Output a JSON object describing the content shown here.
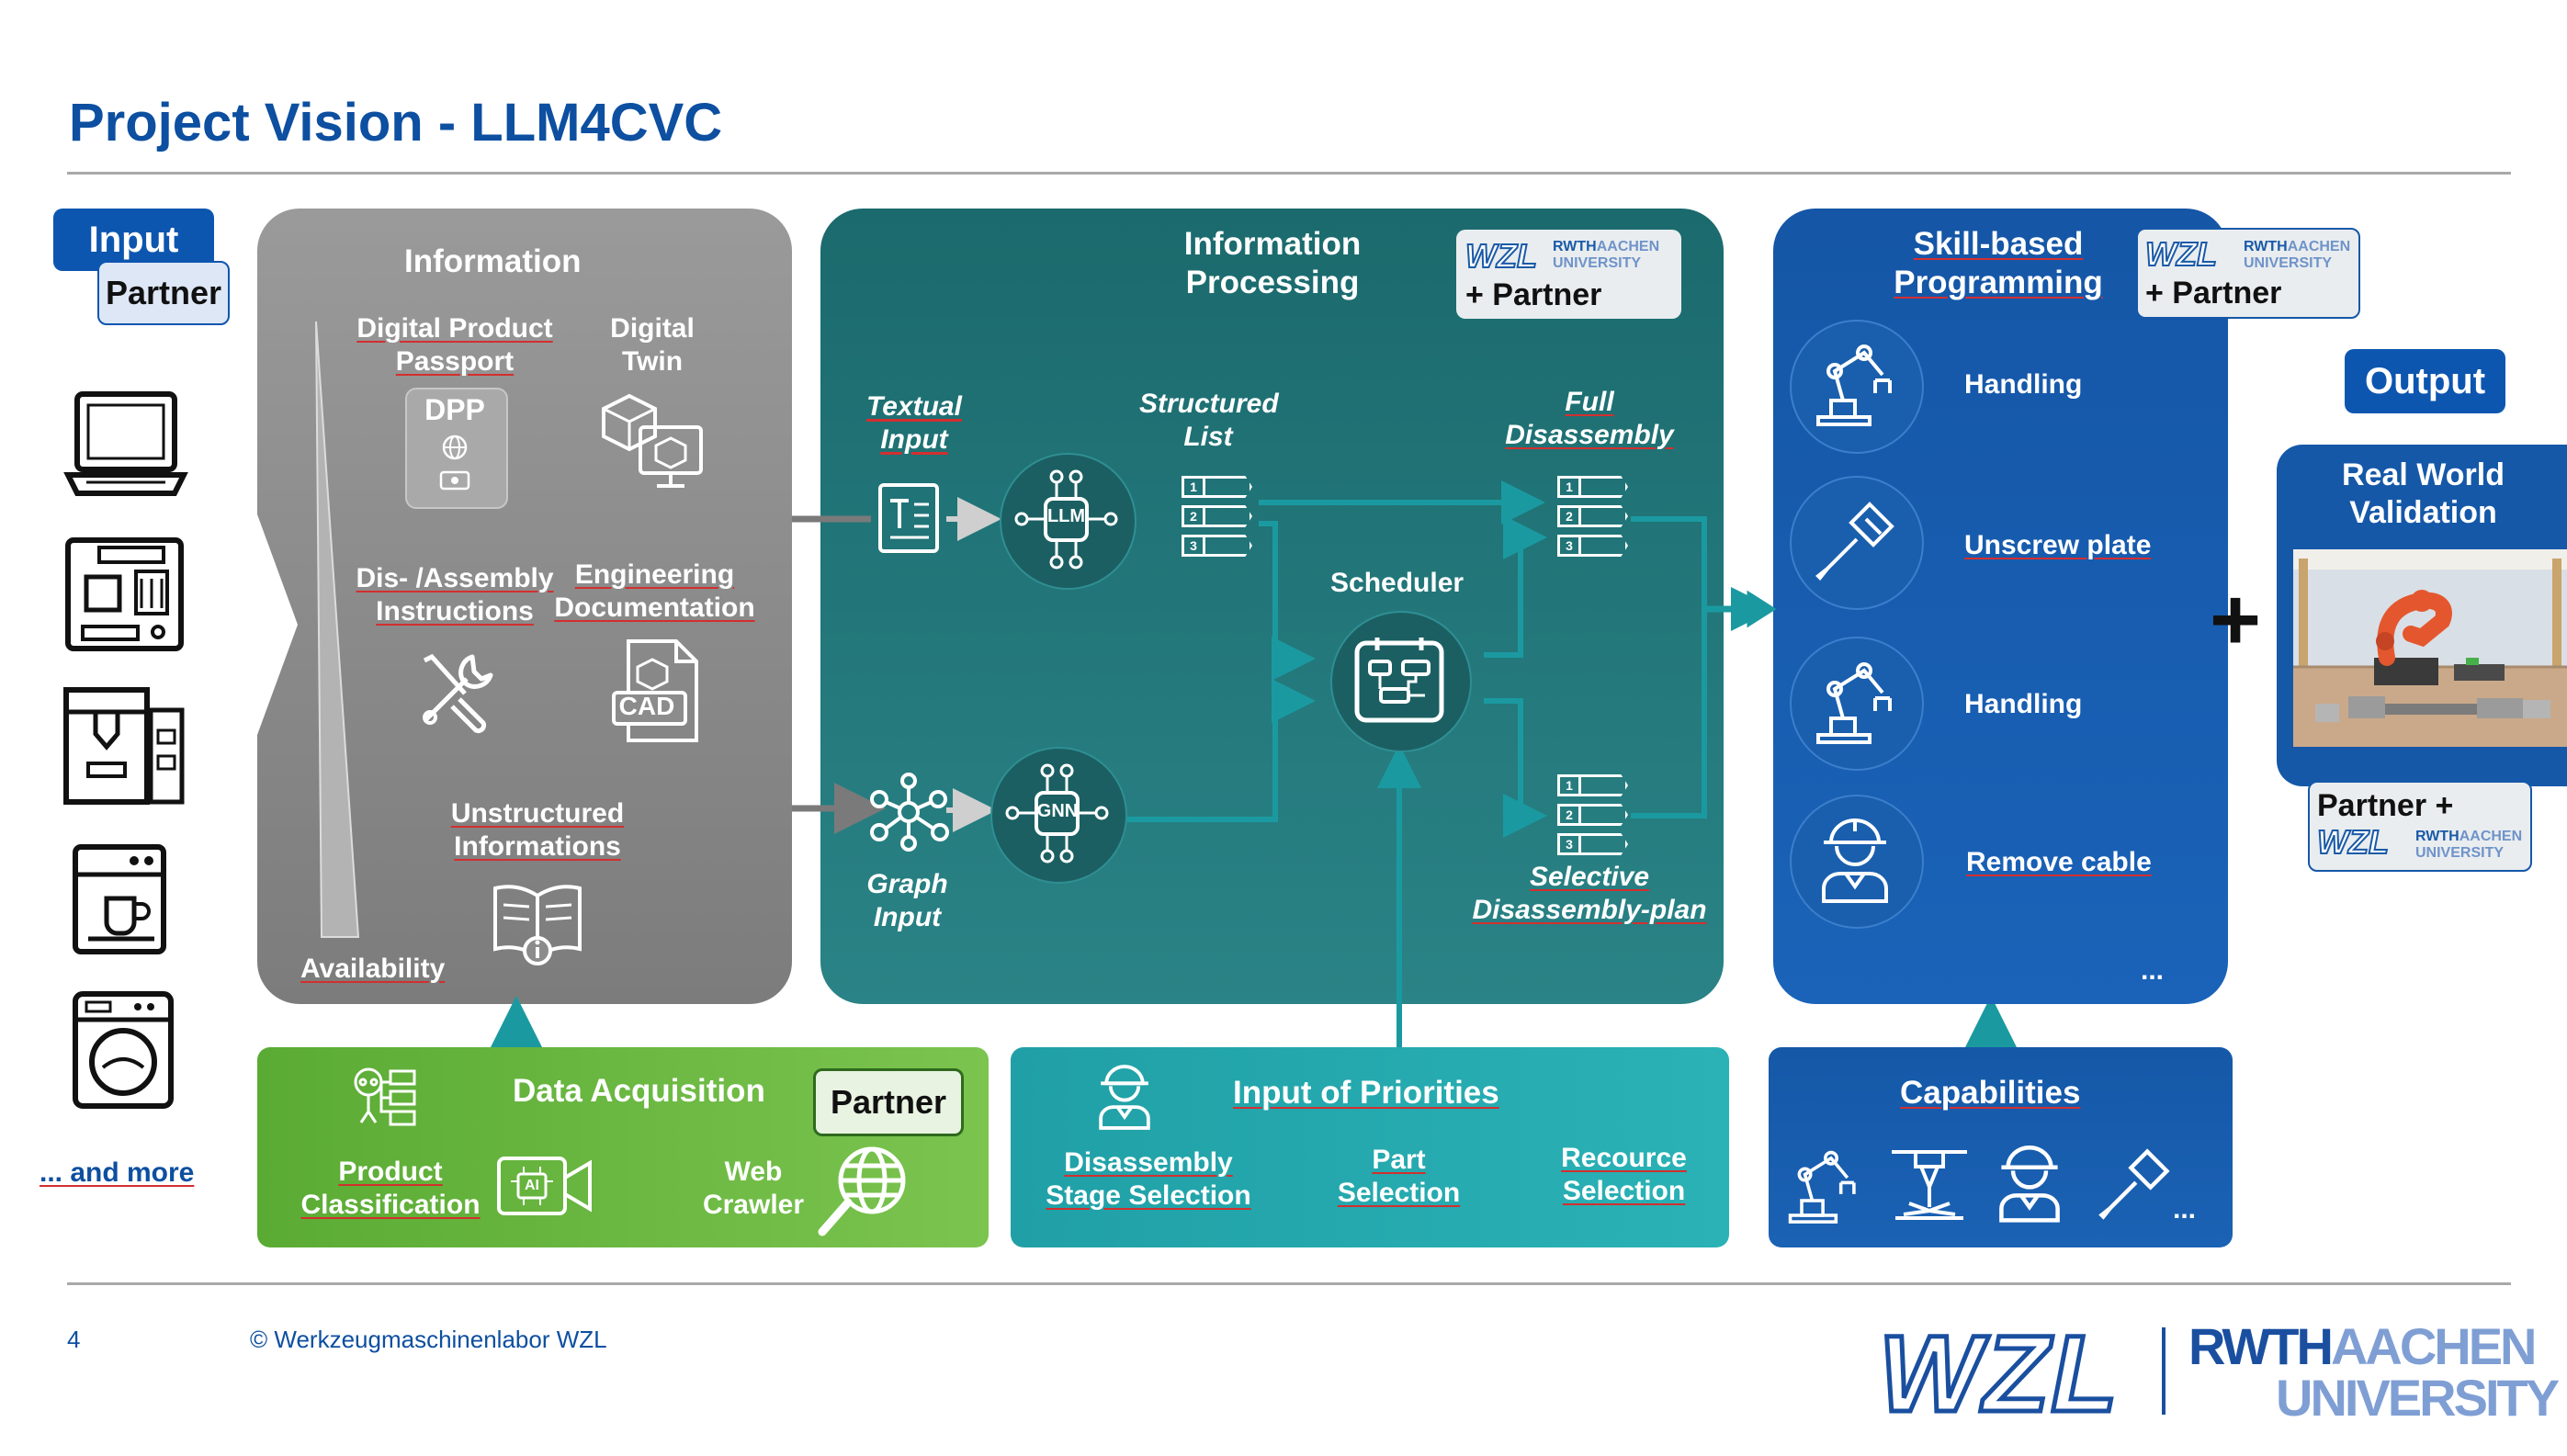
{
  "page": {
    "title": "Project Vision - LLM4CVC",
    "page_number": "4",
    "copyright": "© Werkzeugmaschinenlabor WZL"
  },
  "colors": {
    "title_blue": "#0d4fa0",
    "grey_panel": "#8c8c8c",
    "teal_panel": "#1f6f72",
    "blue_panel": "#1558a8",
    "green_panel": "#6ab643",
    "cyan_panel": "#23a8ad"
  },
  "input": {
    "label": "Input",
    "partner": "Partner",
    "and_more": "... and more",
    "icons": [
      "laptop-icon",
      "circuit-board-icon",
      "3d-printer-icon",
      "coffee-machine-icon",
      "washing-machine-icon"
    ]
  },
  "information": {
    "title": "Information",
    "dpp_label": "Digital Product Passport",
    "dpp_badge": "DPP",
    "digital_twin": "Digital Twin",
    "assembly": "Dis- /Assembly Instructions",
    "engineering": "Engineering Documentation",
    "cad": "CAD",
    "unstructured": "Unstructured Informations",
    "availability": "Availability"
  },
  "processing": {
    "title": "Information Processing",
    "partner": "+ Partner",
    "textual_input": "Textual Input",
    "graph_input": "Graph Input",
    "structured_list": "Structured List",
    "llm": "LLM",
    "gnn": "GNN",
    "scheduler": "Scheduler",
    "full": "Full Disassembly",
    "selective": "Selective Disassembly-plan",
    "list_numbers": [
      "1",
      "2",
      "3"
    ]
  },
  "logos": {
    "wzl": "WZL",
    "rwth": "RWTH",
    "aachen": "AACHEN",
    "university": "UNIVERSITY"
  },
  "skills": {
    "title": "Skill-based Programming",
    "partner": "+ Partner",
    "items": [
      "Handling",
      "Unscrew plate",
      "Handling",
      "Remove cable"
    ],
    "more": "..."
  },
  "output": {
    "label": "Output",
    "validation": "Real World Validation",
    "partner": "Partner +",
    "plus": "+"
  },
  "acquisition": {
    "title": "Data Acquisition",
    "partner": "Partner",
    "product_classification": "Product Classification",
    "web_crawler": "Web Crawler",
    "ai": "AI"
  },
  "priorities": {
    "title": "Input of Priorities",
    "stage": "Disassembly Stage Selection",
    "part": "Part Selection",
    "resource": "Recource Selection"
  },
  "capabilities": {
    "title": "Capabilities",
    "more": "..."
  }
}
